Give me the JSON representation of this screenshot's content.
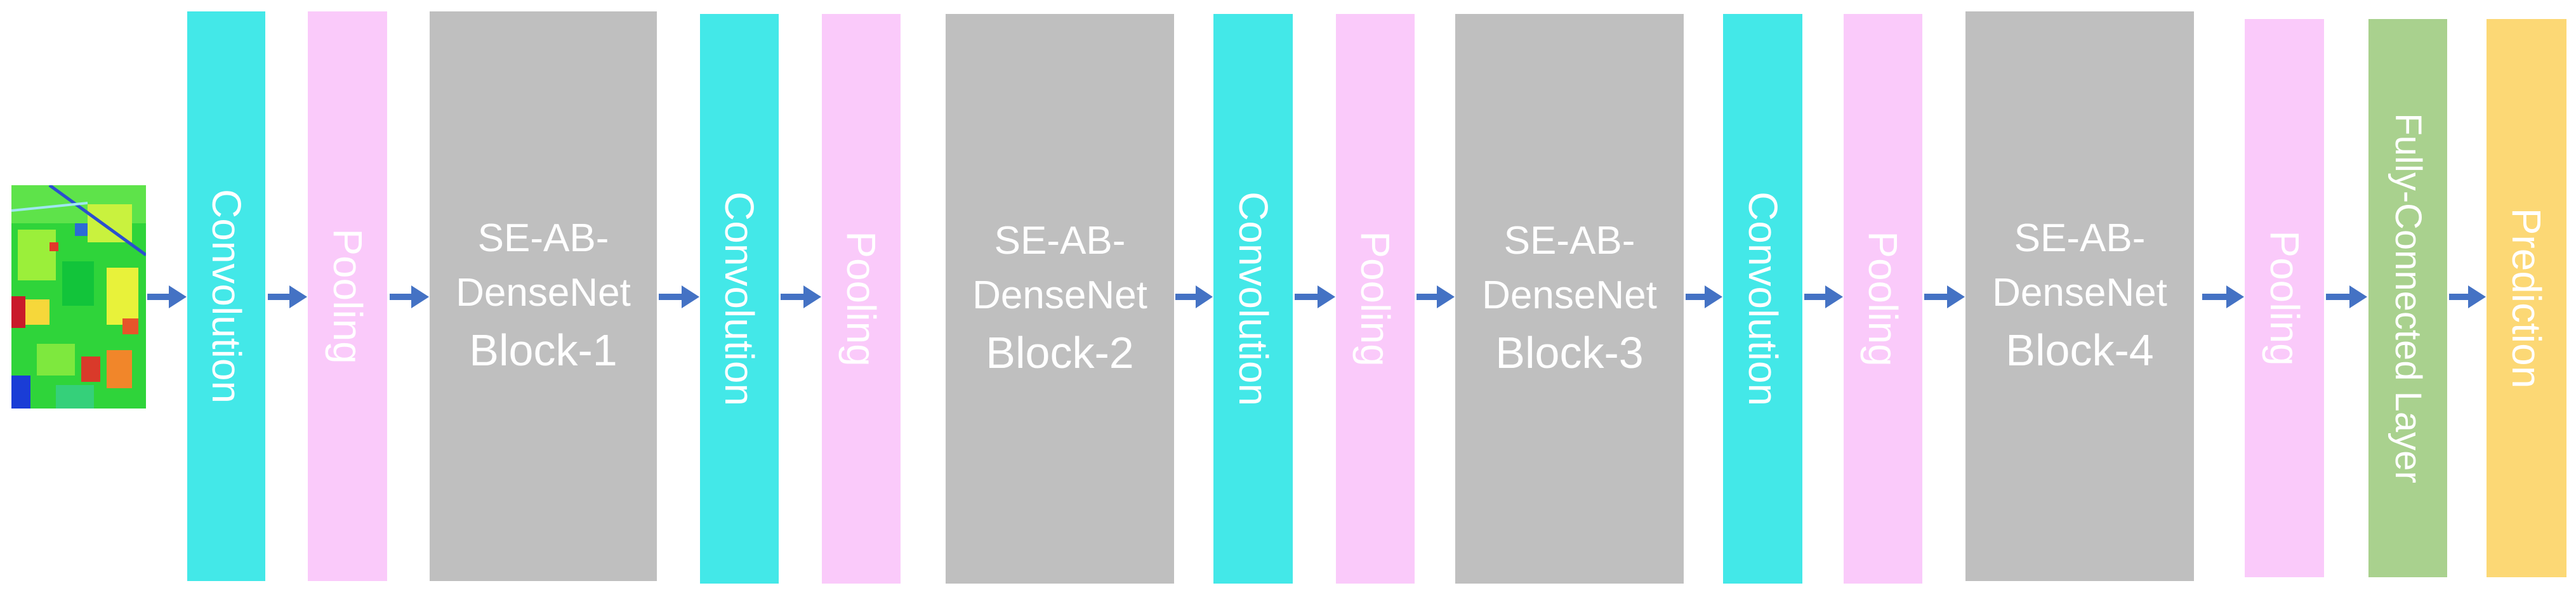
{
  "input": {
    "icon": "hyperspectral-image-icon"
  },
  "stages": [
    {
      "kind": "conv",
      "label": "Convolution"
    },
    {
      "kind": "pool",
      "label": "Pooling"
    },
    {
      "kind": "dense",
      "line1": "SE-AB-",
      "line2": "DenseNet",
      "line3": "Block-1"
    },
    {
      "kind": "conv",
      "label": "Convolution"
    },
    {
      "kind": "pool",
      "label": "Pooling"
    },
    {
      "kind": "dense",
      "line1": "SE-AB-",
      "line2": "DenseNet",
      "line3": "Block-2"
    },
    {
      "kind": "conv",
      "label": "Convolution"
    },
    {
      "kind": "pool",
      "label": "Pooling"
    },
    {
      "kind": "dense",
      "line1": "SE-AB-",
      "line2": "DenseNet",
      "line3": "Block-3"
    },
    {
      "kind": "conv",
      "label": "Convolution"
    },
    {
      "kind": "pool",
      "label": "Pooling"
    },
    {
      "kind": "dense",
      "line1": "SE-AB-",
      "line2": "DenseNet",
      "line3": "Block-4"
    },
    {
      "kind": "pool",
      "label": "Pooling"
    },
    {
      "kind": "fc",
      "label": "Fully-Connected Layer"
    },
    {
      "kind": "pred",
      "label": "Prediction"
    }
  ],
  "colors": {
    "convolution": "#43e8e8",
    "pooling": "#facafa",
    "dense_block": "#bfbfbf",
    "fully_connected": "#a9d18e",
    "prediction": "#fcd875",
    "arrow": "#4472c4"
  }
}
